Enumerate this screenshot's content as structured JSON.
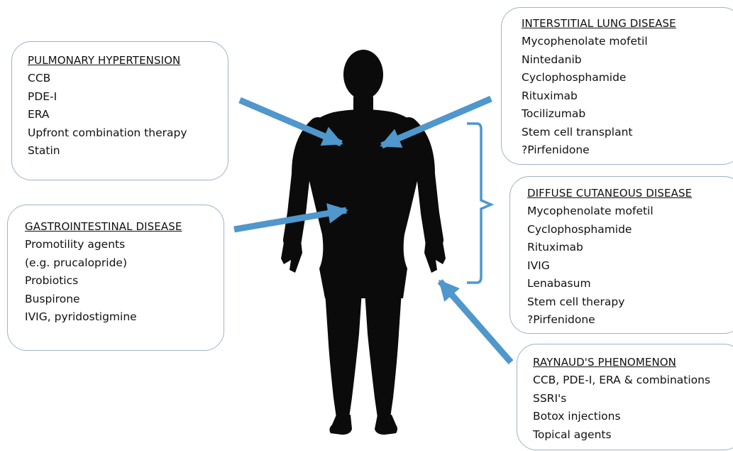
{
  "colors": {
    "arrow": "#4f97cc",
    "bracket": "#4f97cc",
    "box_border": "#9fb3c8",
    "silhouette": "#0b0b0b"
  },
  "boxes": {
    "pulmonary_hypertension": {
      "title": "PULMONARY HYPERTENSION",
      "items": [
        "CCB",
        "PDE-I",
        "ERA",
        "Upfront combination therapy",
        "Statin"
      ]
    },
    "interstitial_lung_disease": {
      "title": "INTERSTITIAL LUNG DISEASE",
      "items": [
        "Mycophenolate mofetil",
        "Nintedanib",
        "Cyclophosphamide",
        "Rituximab",
        "Tocilizumab",
        "Stem cell transplant",
        "?Pirfenidone"
      ]
    },
    "gastrointestinal_disease": {
      "title": "GASTROINTESTINAL DISEASE",
      "items": [
        "Promotility agents",
        "(e.g. prucalopride)",
        "Probiotics",
        "Buspirone",
        "IVIG, pyridostigmine"
      ]
    },
    "diffuse_cutaneous_disease": {
      "title": "DIFFUSE CUTANEOUS DISEASE",
      "items": [
        "Mycophenolate mofetil",
        "Cyclophosphamide",
        "Rituximab",
        "IVIG",
        "Lenabasum",
        "Stem cell therapy",
        "?Pirfenidone"
      ]
    },
    "raynauds_phenomenon": {
      "title": "RAYNAUD'S PHENOMENON",
      "items": [
        "CCB, PDE-I, ERA & combinations",
        "SSRI's",
        "Botox injections",
        "Topical agents"
      ]
    }
  }
}
